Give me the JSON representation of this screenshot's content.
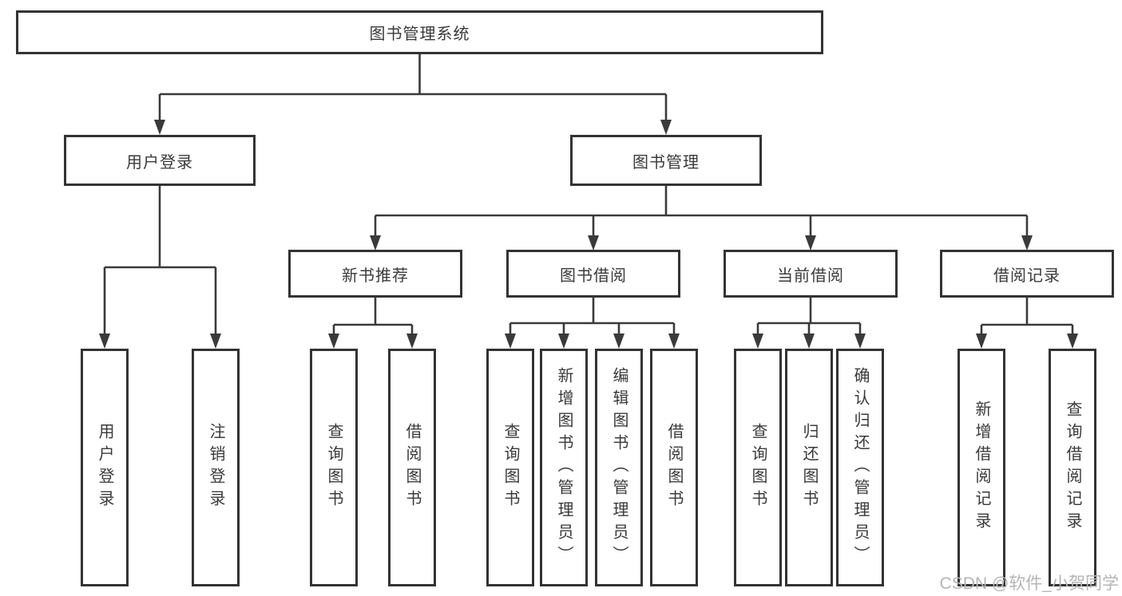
{
  "diagram": {
    "root": {
      "label": "图书管理系统"
    },
    "branches": [
      {
        "label": "用户登录",
        "children": [
          {
            "label": "用户登录"
          },
          {
            "label": "注销登录"
          }
        ]
      },
      {
        "label": "图书管理",
        "children": [
          {
            "label": "新书推荐",
            "children": [
              {
                "label": "查询图书"
              },
              {
                "label": "借阅图书"
              }
            ]
          },
          {
            "label": "图书借阅",
            "children": [
              {
                "label": "查询图书"
              },
              {
                "label": "新增图书（管理员）"
              },
              {
                "label": "编辑图书（管理员）"
              },
              {
                "label": "借阅图书"
              }
            ]
          },
          {
            "label": "当前借阅",
            "children": [
              {
                "label": "查询图书"
              },
              {
                "label": "归还图书"
              },
              {
                "label": "确认归还（管理员）"
              }
            ]
          },
          {
            "label": "借阅记录",
            "children": [
              {
                "label": "新增借阅记录"
              },
              {
                "label": "查询借阅记录"
              }
            ]
          }
        ]
      }
    ]
  },
  "watermark": {
    "text": "CSDN @软件_小贺同学"
  },
  "colors": {
    "line": "#3a3a3a",
    "box_border": "#333333",
    "text": "#3a3a3a",
    "background": "#ffffff",
    "watermark": "#b5b5b5"
  }
}
